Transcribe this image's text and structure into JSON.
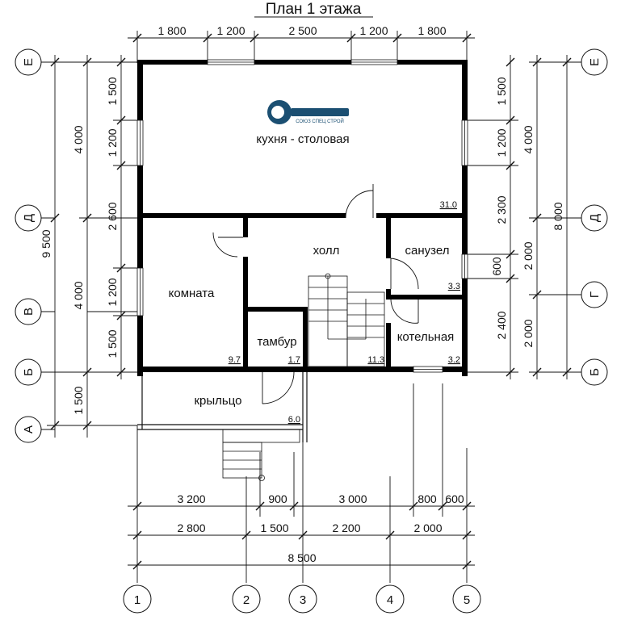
{
  "title": "План 1 этажа",
  "logo": {
    "text": "СОЮЗ СПЕЦ СТРОЙ",
    "color": "#1b4f72"
  },
  "rooms": {
    "kitchen": {
      "name": "кухня - столовая",
      "area": "31.0"
    },
    "hall": {
      "name": "холл",
      "area": "11.3"
    },
    "bathroom": {
      "name": "санузел",
      "area": "3.3"
    },
    "room": {
      "name": "комната",
      "area": "9.7"
    },
    "vestibule": {
      "name": "тамбур",
      "area": "1.7"
    },
    "boiler": {
      "name": "котельная",
      "area": "3.2"
    },
    "porch": {
      "name": "крыльцо",
      "area": "6.0"
    }
  },
  "dims": {
    "top": [
      "1 800",
      "1 200",
      "2 500",
      "1 200",
      "1 800"
    ],
    "left_inner": [
      "1 500",
      "1 200",
      "2 600",
      "1 200",
      "1 500"
    ],
    "left_outer": [
      "4 000",
      "4 000",
      "1 500"
    ],
    "left_total": "9 500",
    "right_inner": [
      "1 500",
      "1 200",
      "2 300",
      "600",
      "2 400"
    ],
    "right_outer": [
      "4 000",
      "2 000",
      "2 000"
    ],
    "right_total": "8 000",
    "bottom_row1": [
      "3 200",
      "900",
      "3 000",
      "800",
      "600"
    ],
    "bottom_row2": [
      "2 800",
      "1 500",
      "2 200",
      "2 000"
    ],
    "bottom_total": "8 500"
  },
  "axes": {
    "left": [
      "Е",
      "Д",
      "В",
      "Б",
      "А"
    ],
    "right": [
      "Е",
      "Д",
      "Г",
      "Б"
    ],
    "bottom": [
      "1",
      "2",
      "3",
      "4",
      "5"
    ]
  }
}
